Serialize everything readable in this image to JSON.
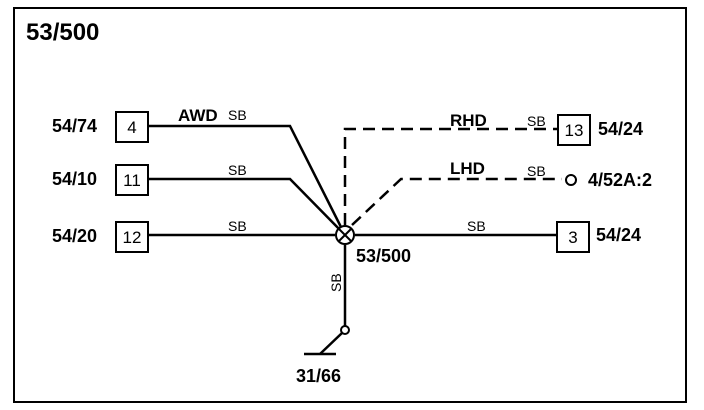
{
  "title": "53/500",
  "splice": {
    "label": "53/500"
  },
  "left_connections": [
    {
      "connector": "54/74",
      "pin": "4",
      "tag": "AWD",
      "wire_color": "SB"
    },
    {
      "connector": "54/10",
      "pin": "11",
      "wire_color": "SB"
    },
    {
      "connector": "54/20",
      "pin": "12",
      "wire_color": "SB"
    }
  ],
  "right_connections": [
    {
      "connector": "54/24",
      "pin": "13",
      "tag": "RHD",
      "wire_color": "SB",
      "line": "dashed"
    },
    {
      "connector": "4/52A:2",
      "tag": "LHD",
      "wire_color": "SB",
      "line": "dashed"
    },
    {
      "connector": "54/24",
      "pin": "3",
      "wire_color": "SB",
      "line": "solid"
    }
  ],
  "ground": {
    "label": "31/66",
    "wire_color": "SB"
  }
}
